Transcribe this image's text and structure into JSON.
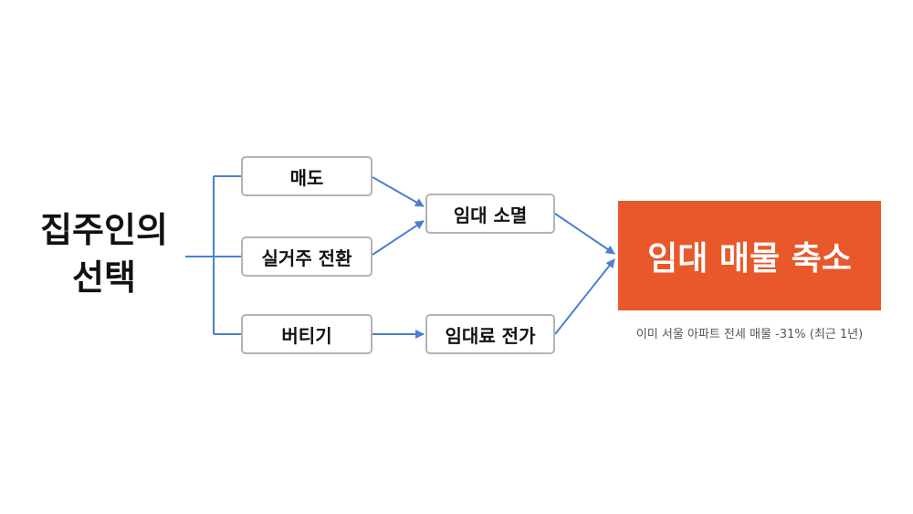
{
  "root": {
    "line1": "집주인의",
    "line2": "선택"
  },
  "options": {
    "sell": "매도",
    "move_in": "실거주 전환",
    "hold": "버티기"
  },
  "effects": {
    "rental_vanish": "임대 소멸",
    "rent_pass_on": "임대료 전가"
  },
  "result": {
    "label": "임대 매물 축소",
    "note": "이미 서울 아파트 전세 매물 -31% (최근 1년)"
  },
  "colors": {
    "arrow": "#4a7fd0",
    "result_bg": "#e8582b",
    "box_border": "#b3b3b3"
  }
}
